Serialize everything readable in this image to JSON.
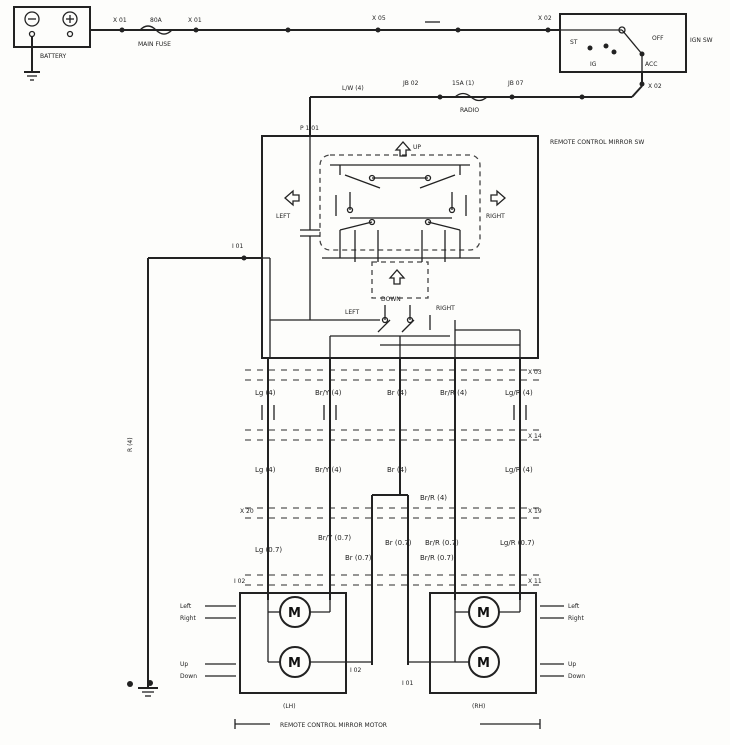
{
  "components": {
    "battery": "BATTERY",
    "main_fuse": "MAIN FUSE",
    "fuse_rating": "80A",
    "ign_sw": "IGN SW",
    "ign_positions": [
      "ST",
      "IG",
      "OFF",
      "ACC"
    ],
    "radio_fuse": "RADIO",
    "radio_fuse_rating": "15A (1)",
    "mirror_sw": "REMOTE CONTROL MIRROR SW",
    "mirror_motor": "REMOTE CONTROL MIRROR MOTOR",
    "motor_symbol": "M",
    "motor_left_label": "(LH)",
    "motor_right_label": "(RH)"
  },
  "switch_labels": {
    "up": "UP",
    "down": "DOWN",
    "left": "LEFT",
    "right": "RIGHT",
    "left2": "LEFT",
    "right2": "RIGHT"
  },
  "motor_io_labels": {
    "lh_top": [
      "Left",
      "Right"
    ],
    "lh_bottom": [
      "Up",
      "Down"
    ],
    "rh_top": [
      "Left",
      "Right"
    ],
    "rh_bottom": [
      "Up",
      "Down"
    ]
  },
  "connectors": {
    "x01a": "X 01",
    "x01b": "X 01",
    "x05": "X 05",
    "x02a": "X 02",
    "x02b": "X 02",
    "jb02": "JB 02",
    "jb07": "JB 07",
    "p101": "P 1 01",
    "i01": "I 01",
    "x03": "X 03",
    "x14": "X 14",
    "x20": "X 20",
    "x19": "X 19",
    "i02": "I 02",
    "x11": "X 11",
    "i02b": "I 02",
    "i01b": "I 01"
  },
  "wire_colors": {
    "lw_top": "L/W (4)",
    "r_left": "R (4)",
    "top_row": [
      "Lg (4)",
      "Br/Y (4)",
      "Br (4)",
      "Br/R (4)",
      "Lg/R (4)"
    ],
    "mid_row": [
      "Lg (4)",
      "Br/Y (4)",
      "Br (4)",
      "Br/R (4)",
      "Lg/R (4)"
    ],
    "low_row": [
      "Lg (0.7)",
      "Br/Y (0.7)",
      "Br (0.7)",
      "Br/R (0.7)",
      "Lg/R (0.7)"
    ],
    "extra": [
      "Br (0.7)",
      "Br/R (0.7)"
    ]
  }
}
